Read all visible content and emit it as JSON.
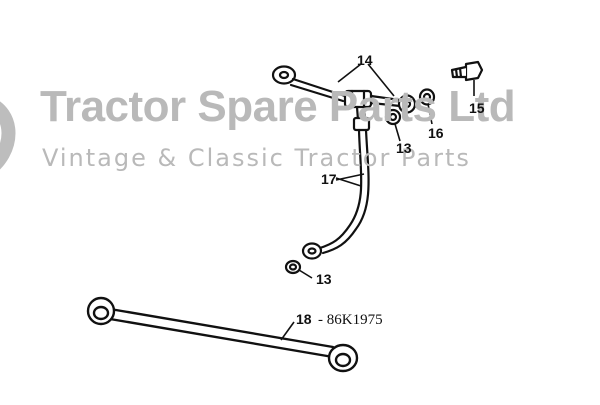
{
  "watermark": {
    "title": "Tractor Spare Parts Ltd",
    "subtitle": "Vintage & Classic Tractor Parts"
  },
  "callouts": [
    {
      "id": "c14",
      "text": "14"
    },
    {
      "id": "c15",
      "text": "15"
    },
    {
      "id": "c16",
      "text": "16"
    },
    {
      "id": "c13a",
      "text": "13"
    },
    {
      "id": "c17",
      "text": "17"
    },
    {
      "id": "c13b",
      "text": "13"
    },
    {
      "id": "c18",
      "text": "18"
    }
  ],
  "part_number": "- 86K1975",
  "colors": {
    "line": "#111111",
    "watermark": "#b9b9b9",
    "background": "#ffffff"
  }
}
